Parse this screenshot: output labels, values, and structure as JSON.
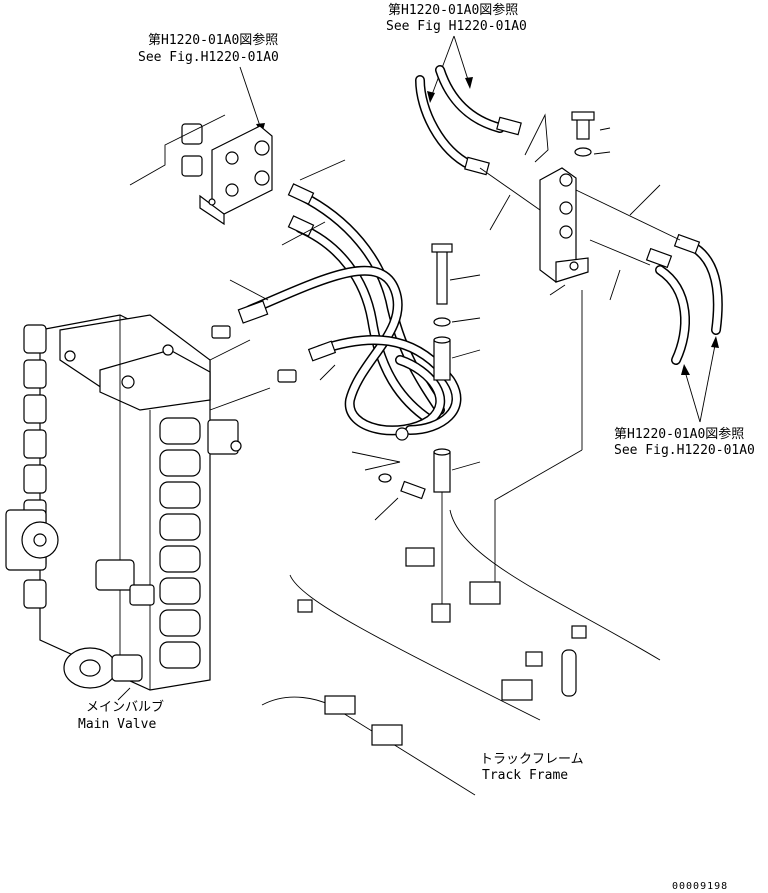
{
  "labels": {
    "ref_top_left_jp": "第H1220-01A0図参照",
    "ref_top_left_en": "See Fig.H1220-01A0",
    "ref_top_right_jp": "第H1220-01A0図参照",
    "ref_top_right_en": "See Fig H1220-01A0",
    "ref_right_jp": "第H1220-01A0図参照",
    "ref_right_en": "See Fig.H1220-01A0",
    "main_valve_jp": "メインバルブ",
    "main_valve_en": "Main Valve",
    "track_frame_jp": "トラックフレーム",
    "track_frame_en": "Track Frame"
  },
  "part_number": "00009198"
}
